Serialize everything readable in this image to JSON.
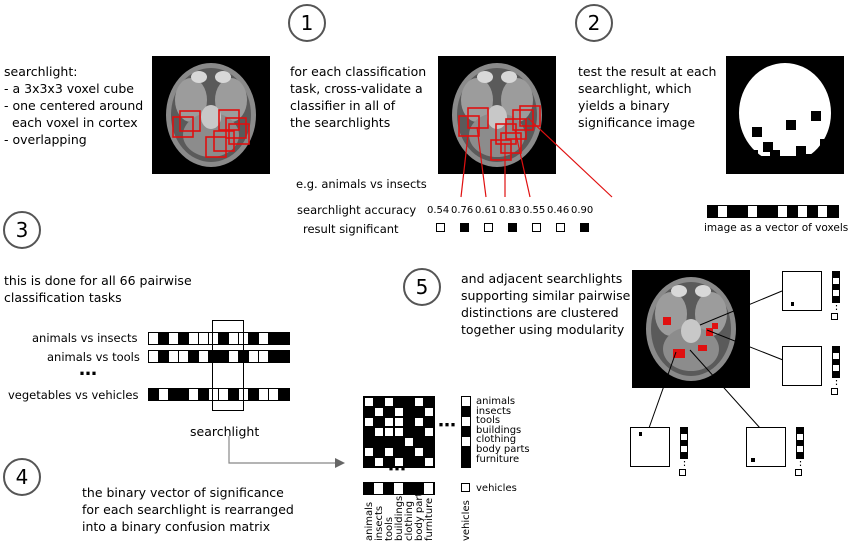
{
  "steps": {
    "s1": "1",
    "s2": "2",
    "s3": "3",
    "s4": "4",
    "s5": "5"
  },
  "text": {
    "searchlight_def": "searchlight:\n- a 3x3x3 voxel cube\n- one centered around\n  each voxel in cortex\n- overlapping",
    "step1": "for each classification\ntask, cross-validate a\nclassifier in all of\nthe searchlights",
    "step2": "test the result at each\nsearchlight, which\nyields a binary\nsignificance image",
    "example": "e.g. animals vs insects",
    "acc_label": "searchlight accuracy",
    "sig_label": "result significant",
    "vector_caption": "image as a vector of voxels",
    "step3": "this is done for all 66 pairwise\nclassification tasks",
    "row1": "animals vs insects",
    "row2": "animals vs tools",
    "row_dots": "…",
    "row3": "vegetables vs vehicles",
    "searchlight_caption": "searchlight",
    "step4": "the binary vector of significance\nfor each searchlight is rearranged\ninto a binary confusion matrix",
    "step5": "and adjacent searchlights\nsupporting similar pairwise\ndistinctions are clustered\ntogether using modularity",
    "dots": "⋯",
    "vdots": "⋮"
  },
  "accuracies": [
    "0.54",
    "0.76",
    "0.61",
    "0.83",
    "0.55",
    "0.46",
    "0.90"
  ],
  "significant": [
    false,
    true,
    false,
    true,
    false,
    false,
    true
  ],
  "categories": [
    "animals",
    "insects",
    "tools",
    "buildings",
    "clothing",
    "body parts",
    "furniture"
  ],
  "last_category": "vehicles",
  "colors": {
    "highlight": "#e01010",
    "ring": "#555555"
  }
}
